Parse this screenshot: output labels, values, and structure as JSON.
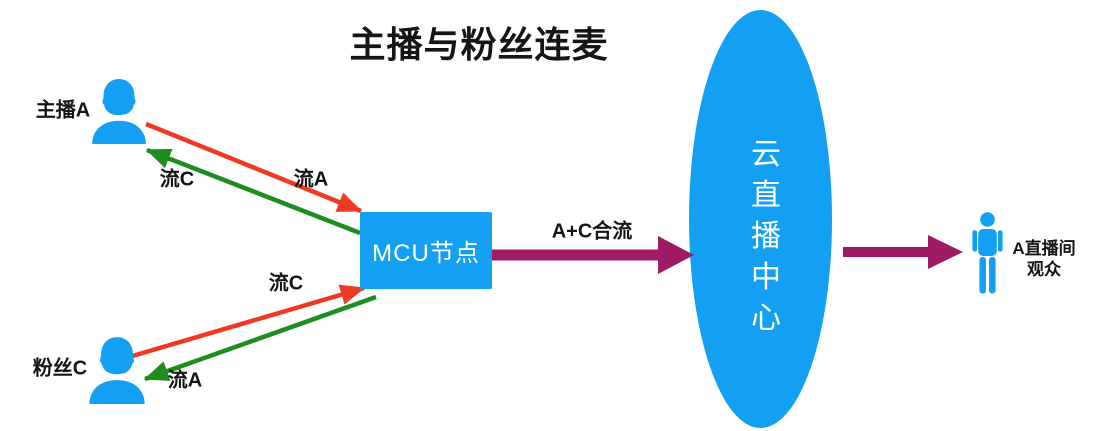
{
  "title": "主播与粉丝连麦",
  "colors": {
    "node_blue": "#14a0f2",
    "arrow_red": "#ee3a24",
    "arrow_green": "#1f8c1f",
    "arrow_purple": "#9e1b63",
    "label_black": "#151515",
    "node_text_white": "#ffffff",
    "background": "#ffffff"
  },
  "nodes": {
    "host": {
      "label": "主播A",
      "icon": "user-bust-icon"
    },
    "fan": {
      "label": "粉丝C",
      "icon": "user-bust-icon"
    },
    "mcu": {
      "label": "MCU节点"
    },
    "cloud": {
      "label": "云直播中心"
    },
    "audience": {
      "label_line1": "A直播间",
      "label_line2": "观众",
      "icon": "person-standing-icon"
    }
  },
  "flows": {
    "host_to_mcu": {
      "from": "host",
      "to": "mcu",
      "label": "流A",
      "color": "#ee3a24"
    },
    "mcu_to_host": {
      "from": "mcu",
      "to": "host",
      "label": "流C",
      "color": "#1f8c1f"
    },
    "fan_to_mcu": {
      "from": "fan",
      "to": "mcu",
      "label": "流C",
      "color": "#ee3a24"
    },
    "mcu_to_fan": {
      "from": "mcu",
      "to": "fan",
      "label": "流A",
      "color": "#1f8c1f"
    },
    "mcu_to_cloud": {
      "from": "mcu",
      "to": "cloud",
      "label": "A+C合流",
      "color": "#9e1b63"
    },
    "cloud_to_audience": {
      "from": "cloud",
      "to": "audience",
      "label": "",
      "color": "#9e1b63"
    }
  }
}
